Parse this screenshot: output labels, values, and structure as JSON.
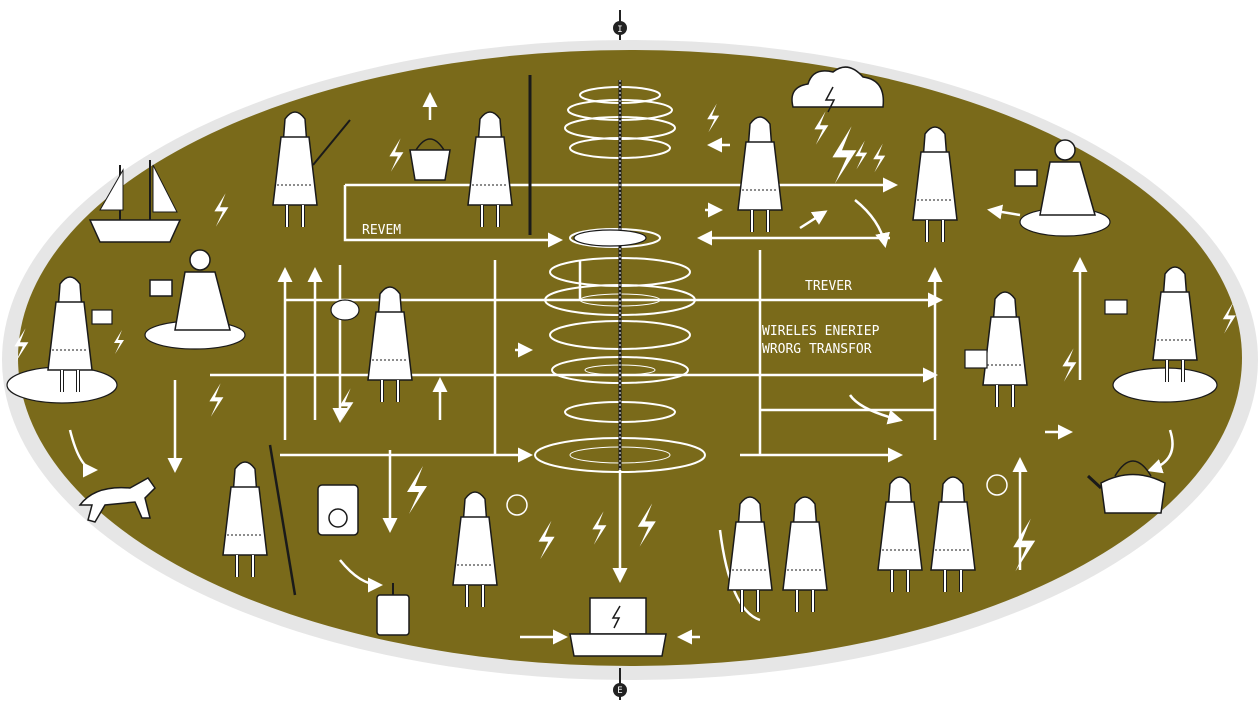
{
  "colors": {
    "field": "#7a6a1a",
    "rim": "#e6e6e6",
    "ink": "#ffffff",
    "outline": "#1a1a1a",
    "marker": "#222222"
  },
  "markers": {
    "top": "I",
    "bottom": "E"
  },
  "labels": {
    "revem": "REVEM",
    "trever": "TREVER",
    "title_line1": "WIRELES ENERIEP",
    "title_line2": "WRORG TRANSFOR"
  },
  "figures": [
    {
      "name": "figure-staff-topleft",
      "icon": "robed-figure-with-staff"
    },
    {
      "name": "figure-robe-topcenter",
      "icon": "robed-figure-with-staff"
    },
    {
      "name": "figure-robe-pointing",
      "icon": "robed-figure"
    },
    {
      "name": "figure-arms-out-topright",
      "icon": "robed-figure"
    },
    {
      "name": "figure-laptop-topright",
      "icon": "seated-figure-laptop"
    },
    {
      "name": "figure-reading-left",
      "icon": "robed-figure-book"
    },
    {
      "name": "figure-laptop-left",
      "icon": "seated-figure-laptop"
    },
    {
      "name": "figure-tablet-center",
      "icon": "robed-figure"
    },
    {
      "name": "figure-bag-right",
      "icon": "robed-figure-bag"
    },
    {
      "name": "figure-book-right",
      "icon": "robed-figure-book"
    },
    {
      "name": "figure-staff-bottomleft",
      "icon": "robed-figure-with-staff"
    },
    {
      "name": "figure-lamp-bottom",
      "icon": "robed-figure-lamp"
    },
    {
      "name": "figure-pair-bottom",
      "icon": "two-robed-figures"
    },
    {
      "name": "figure-pair-bottomright",
      "icon": "two-robed-figures"
    }
  ],
  "objects": [
    {
      "name": "ship-icon"
    },
    {
      "name": "basket-icon"
    },
    {
      "name": "cloud-icon"
    },
    {
      "name": "wolf-icon"
    },
    {
      "name": "speaker-icon"
    },
    {
      "name": "battery-icon"
    },
    {
      "name": "laptop-icon"
    },
    {
      "name": "kettle-icon"
    },
    {
      "name": "tesla-coil-icon"
    }
  ]
}
